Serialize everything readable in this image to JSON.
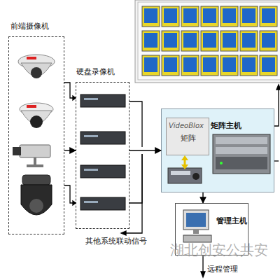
{
  "diagram": {
    "nodes": [
      {
        "text": [
          "前端摄像机"
        ]
      },
      {
        "text": [
          "硬盘录像机"
        ]
      },
      {
        "text": [
          "矩阵主机"
        ]
      },
      {
        "text": [
          "VideoBlox",
          "矩阵"
        ],
        "in": 2
      },
      {
        "text": [
          "管理主机"
        ]
      }
    ],
    "edges": [
      {
        "from": 0,
        "to": 1,
        "arrow": "to"
      },
      {
        "from": 1,
        "to": 2,
        "arrow": "to"
      },
      {
        "from": 2,
        "to": 4,
        "arrow": "to"
      }
    ],
    "labels": [
      "其他系统联动信号",
      "远程管理",
      "湖北创安公共安"
    ]
  }
}
